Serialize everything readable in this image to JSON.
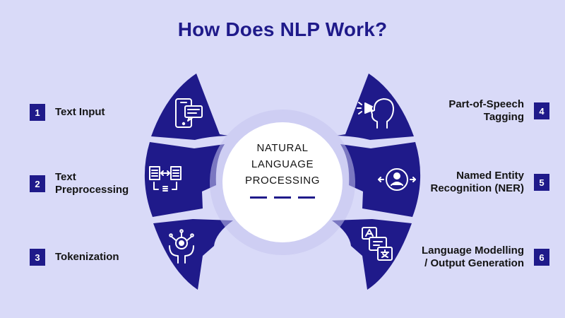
{
  "title": "How Does NLP Work?",
  "center": {
    "lines": [
      "NATURAL",
      "LANGUAGE",
      "PROCESSING"
    ]
  },
  "steps": [
    {
      "number": "1",
      "line1": "Text Input",
      "line2": "",
      "icon": "smartphone-message-icon"
    },
    {
      "number": "2",
      "line1": "Text",
      "line2": "Preprocessing",
      "icon": "documents-exchange-icon"
    },
    {
      "number": "3",
      "line1": "Tokenization",
      "line2": "",
      "icon": "ai-brain-hands-icon"
    },
    {
      "number": "4",
      "line1": "Part-of-Speech",
      "line2": "Tagging",
      "icon": "speaking-head-megaphone-icon"
    },
    {
      "number": "5",
      "line1": "Named Entity",
      "line2": "Recognition (NER)",
      "icon": "person-target-icon"
    },
    {
      "number": "6",
      "line1": "Language Modelling",
      "line2": "/ Output Generation",
      "icon": "translation-bubbles-icon"
    }
  ],
  "colors": {
    "background": "#d9daf8",
    "primary": "#1f1a8a",
    "halo": "#c5c5ef",
    "center_circle": "#ffffff"
  }
}
